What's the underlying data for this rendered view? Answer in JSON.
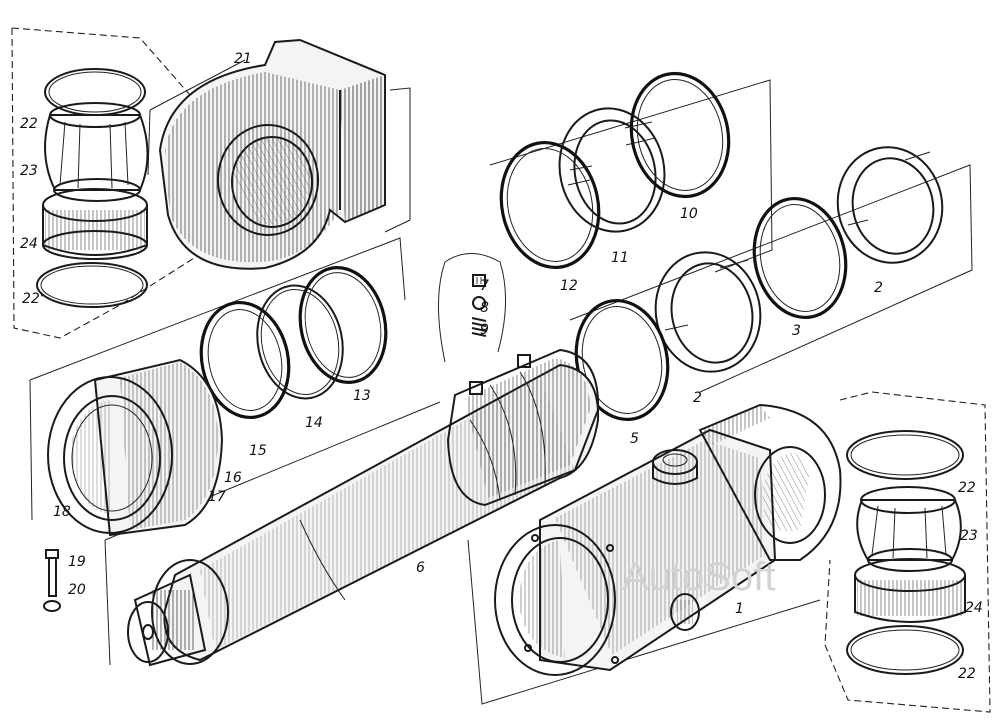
{
  "watermark": "AutoSoft",
  "callouts": {
    "n1": "1",
    "n2a": "2",
    "n2b": "2",
    "n3": "3",
    "n5": "5",
    "n6": "6",
    "n7": "7",
    "n8": "8",
    "n9": "9",
    "n10": "10",
    "n11": "11",
    "n12": "12",
    "n13": "13",
    "n14": "14",
    "n15": "15",
    "n16": "16",
    "n17": "17",
    "n18": "18",
    "n19": "19",
    "n20": "20",
    "n21": "21",
    "n22a": "22",
    "n22b": "22'",
    "n22c": "22",
    "n22d": "22",
    "n23a": "23",
    "n23b": "23",
    "n24a": "24",
    "n24b": "24"
  }
}
